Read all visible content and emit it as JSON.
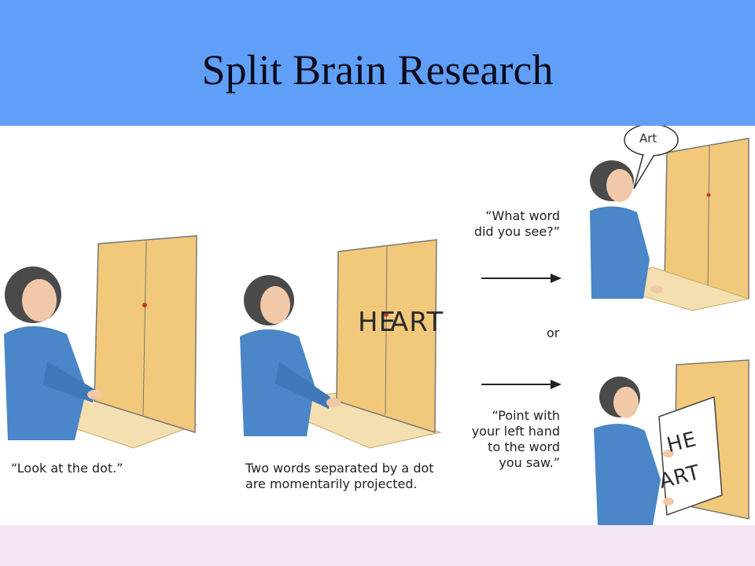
{
  "slide": {
    "title": "Split Brain Research"
  },
  "captions": {
    "look_at_dot": "“Look at the dot.”",
    "projected_line1": "Two words separated by a dot",
    "projected_line2": "are momentarily projected.",
    "what_word_line1": "“What word",
    "what_word_line2": "did you see?”",
    "or": "or",
    "point_line1": "“Point with",
    "point_line2": "your left hand",
    "point_line3": "to the word",
    "point_line4": "you saw.”"
  },
  "screen_words": {
    "left_half": "HE",
    "right_half": "ART",
    "speech": "Art",
    "card_top": "HE",
    "card_bottom": "ART"
  },
  "colors": {
    "title_band": "#5f9ff8",
    "screen": "#f2c97a",
    "shirt": "#4a86c8",
    "dot": "#c0392b",
    "bottom_band": "#f4e6f4"
  }
}
